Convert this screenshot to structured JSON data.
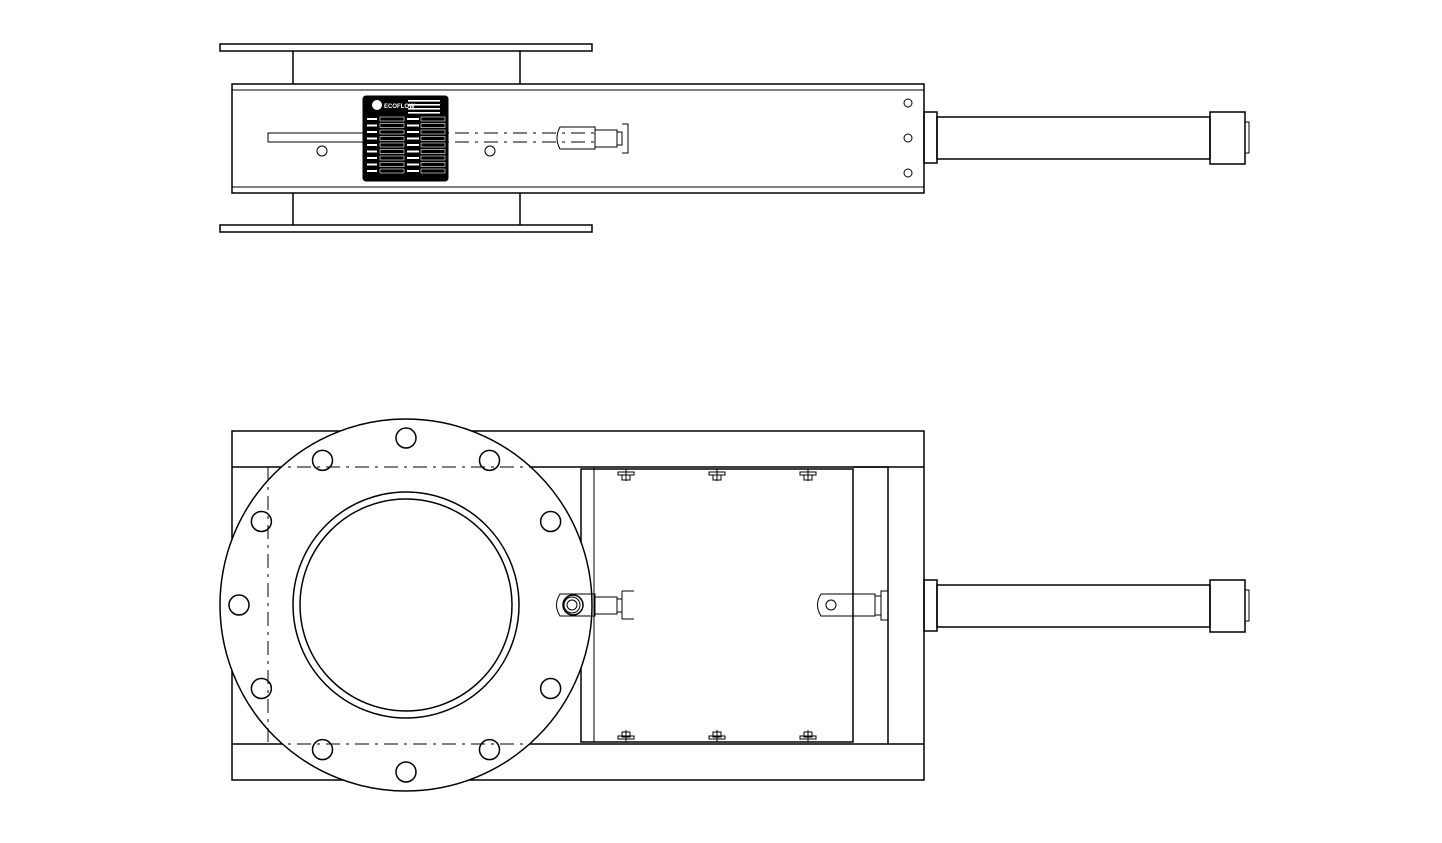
{
  "drawing": {
    "views": [
      "top-view",
      "front-view"
    ],
    "nameplate": {
      "brand": "ECOFLOW",
      "rows": 9
    },
    "colors": {
      "line": "#000000",
      "background": "#ffffff",
      "nameplate": "#000000"
    }
  }
}
